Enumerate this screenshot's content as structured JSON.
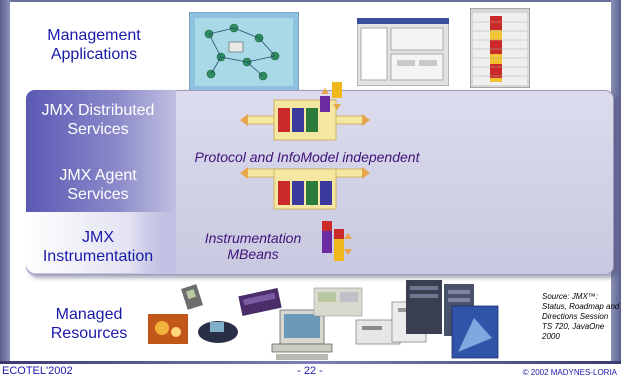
{
  "labels": {
    "management_applications": "Management\nApplications",
    "jmx_distributed": "JMX Distributed\nServices",
    "jmx_agent": "JMX Agent\nServices",
    "jmx_instrumentation": "JMX\nInstrumentation",
    "managed_resources": "Managed\nResources"
  },
  "notes": {
    "protocol": "Protocol and InfoModel independent",
    "instrumentation_mbeans": "Instrumentation\nMBeans"
  },
  "source": "Source: JMX™: Status, Roadmap and Directions Session TS 720, JavaOne 2000",
  "footer": {
    "left": "ECOTEL'2002",
    "center": "- 22 -",
    "right": "© 2002 MADYNES-LORIA"
  },
  "colors": {
    "text_blue": "#1a1aa8",
    "note_purple": "#40137a",
    "connector_yellow": "#f3e7a2",
    "connector_orange": "#e8a64a",
    "mbean_red": "#cc2a2a",
    "mbean_blue": "#3a3a9c",
    "mbean_green": "#2a7a3a",
    "mbean_purple": "#6a2aa0",
    "mbean_gold": "#f0b81a"
  }
}
